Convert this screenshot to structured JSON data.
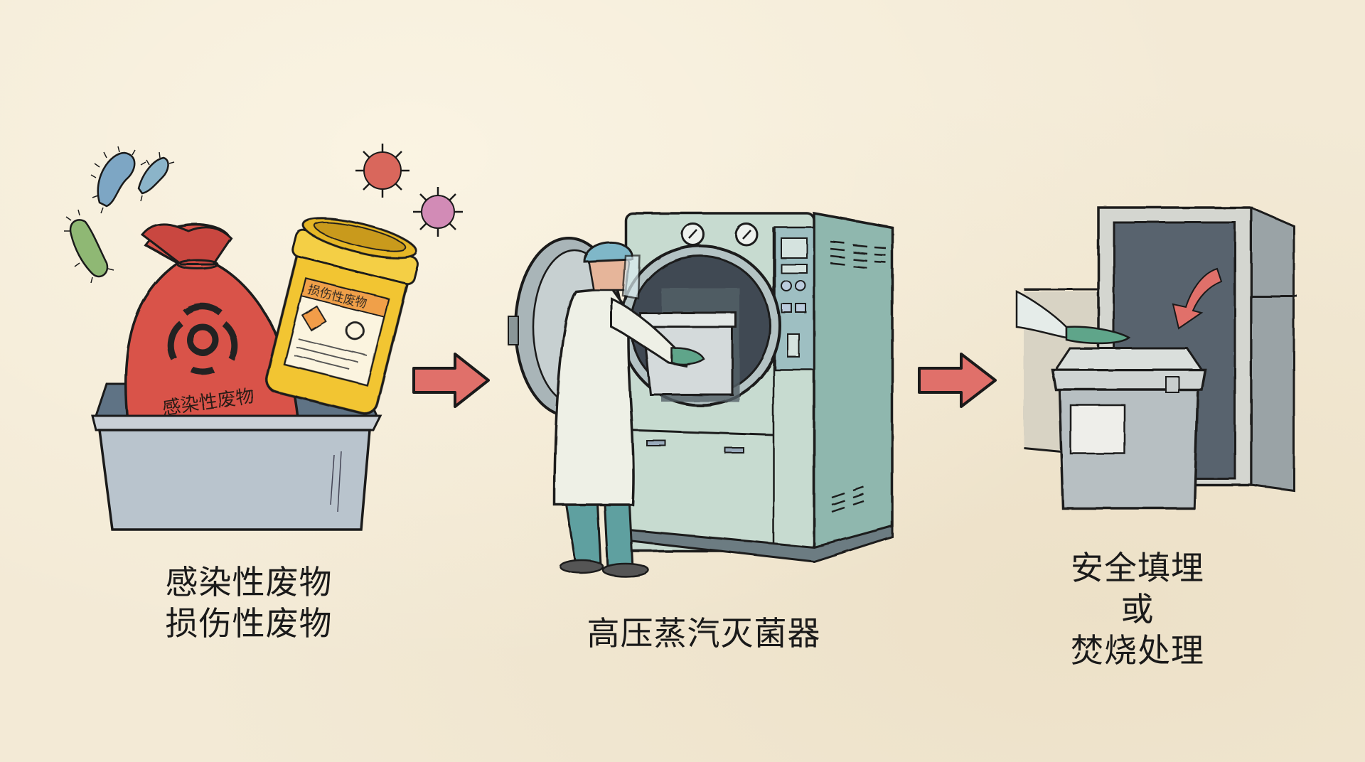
{
  "diagram": {
    "type": "process-flow",
    "style": "watercolor illustration",
    "colors": {
      "background": "#f3ead6",
      "arrow": "#e0706a",
      "bag": "#d9534a",
      "sharps_container": "#f2c531",
      "autoclave": "#a9c9c0",
      "bin": "#b7bfc2",
      "glove": "#5fa58a",
      "outline": "#1a1a1a"
    },
    "stages": [
      {
        "id": "stage-1",
        "icons": [
          "bacteria-icon",
          "virus-icon",
          "biohazard-bag-icon",
          "sharps-container-icon",
          "tray-icon"
        ],
        "bag_label": "感染性废物",
        "container_label": "损伤性废物",
        "caption_lines": [
          "感染性废物",
          "损伤性废物"
        ]
      },
      {
        "id": "stage-2",
        "icons": [
          "autoclave-icon",
          "worker-icon",
          "pressure-gauge-icon"
        ],
        "caption_lines": [
          "高压蒸汽灭菌器"
        ]
      },
      {
        "id": "stage-3",
        "icons": [
          "incinerator-chamber-icon",
          "waste-bin-icon",
          "gloved-hand-icon",
          "down-arrow-icon"
        ],
        "caption_lines": [
          "安全填埋",
          "或",
          "焚烧处理"
        ]
      }
    ],
    "connectors": [
      {
        "from": "stage-1",
        "to": "stage-2",
        "icon": "right-arrow-icon"
      },
      {
        "from": "stage-2",
        "to": "stage-3",
        "icon": "right-arrow-icon"
      }
    ]
  }
}
